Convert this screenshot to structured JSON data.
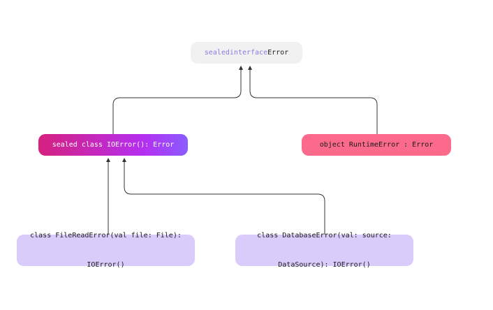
{
  "nodes": {
    "error": {
      "keyword1": "sealed",
      "keyword2": "interface",
      "name": "Error"
    },
    "ioerror": {
      "text": "sealed class IOError(): Error"
    },
    "runtime": {
      "text": "object RuntimeError : Error"
    },
    "fileread": {
      "line1": "class FileReadError(val file: File):",
      "line2": "IOError()"
    },
    "database": {
      "line1": "class DatabaseError(val: source:",
      "line2": "DataSource): IOError()"
    }
  },
  "colors": {
    "interface_box": "#f1f1f1",
    "keyword": "#8b7be0",
    "ioerror_gradient_start": "#d6207f",
    "ioerror_gradient_end": "#8a5cff",
    "runtime_box": "#fb6a8a",
    "subclass_box": "#d9ccfb",
    "connector": "#333333"
  }
}
